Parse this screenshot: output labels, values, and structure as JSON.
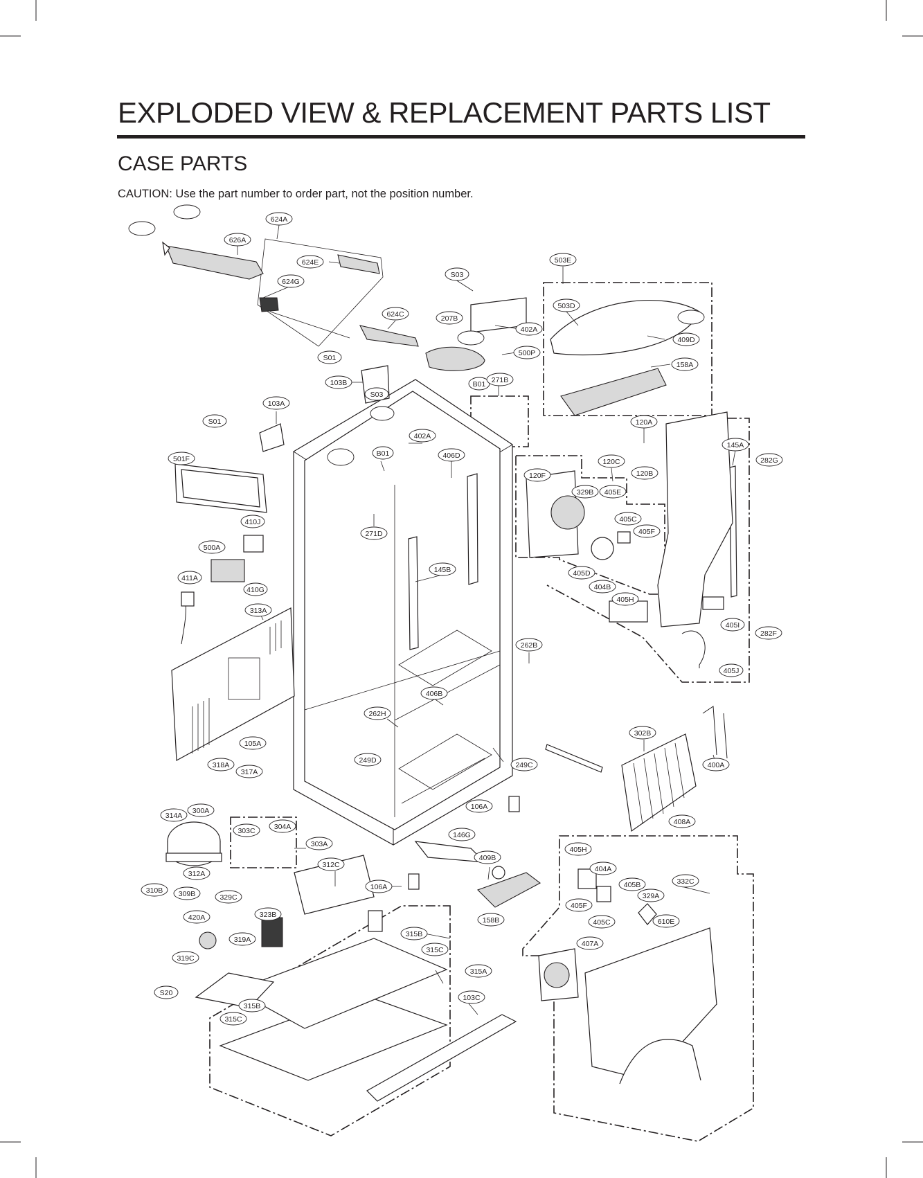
{
  "header": {
    "title": "EXPLODED VIEW & REPLACEMENT PARTS LIST",
    "subtitle": "CASE PARTS",
    "caution": "CAUTION: Use the part number to order part, not the position number."
  },
  "labels": [
    "624A",
    "626A",
    "624E",
    "624G",
    "624C",
    "S03",
    "503E",
    "503D",
    "207B",
    "402A",
    "409D",
    "S01",
    "500P",
    "158A",
    "103B",
    "S03",
    "B01",
    "271B",
    "103A",
    "S01",
    "402A",
    "120A",
    "501F",
    "B01",
    "406D",
    "145A",
    "282G",
    "120C",
    "120F",
    "120B",
    "329B",
    "405E",
    "410J",
    "271D",
    "405C",
    "405F",
    "500A",
    "405D",
    "404B",
    "411A",
    "145B",
    "405H",
    "410G",
    "313A",
    "405I",
    "282F",
    "262B",
    "406B",
    "262H",
    "405J",
    "302B",
    "105A",
    "249D",
    "249C",
    "318A",
    "317A",
    "400A",
    "106A",
    "300A",
    "314A",
    "304A",
    "303C",
    "303A",
    "146G",
    "408A",
    "312C",
    "409B",
    "405H",
    "404A",
    "332C",
    "312A",
    "106A",
    "405B",
    "310B",
    "309B",
    "329C",
    "329A",
    "405F",
    "158B",
    "420A",
    "323B",
    "405C",
    "610E",
    "319A",
    "315B",
    "407A",
    "319C",
    "315C",
    "315A",
    "S20",
    "103C",
    "315B",
    "315C"
  ]
}
